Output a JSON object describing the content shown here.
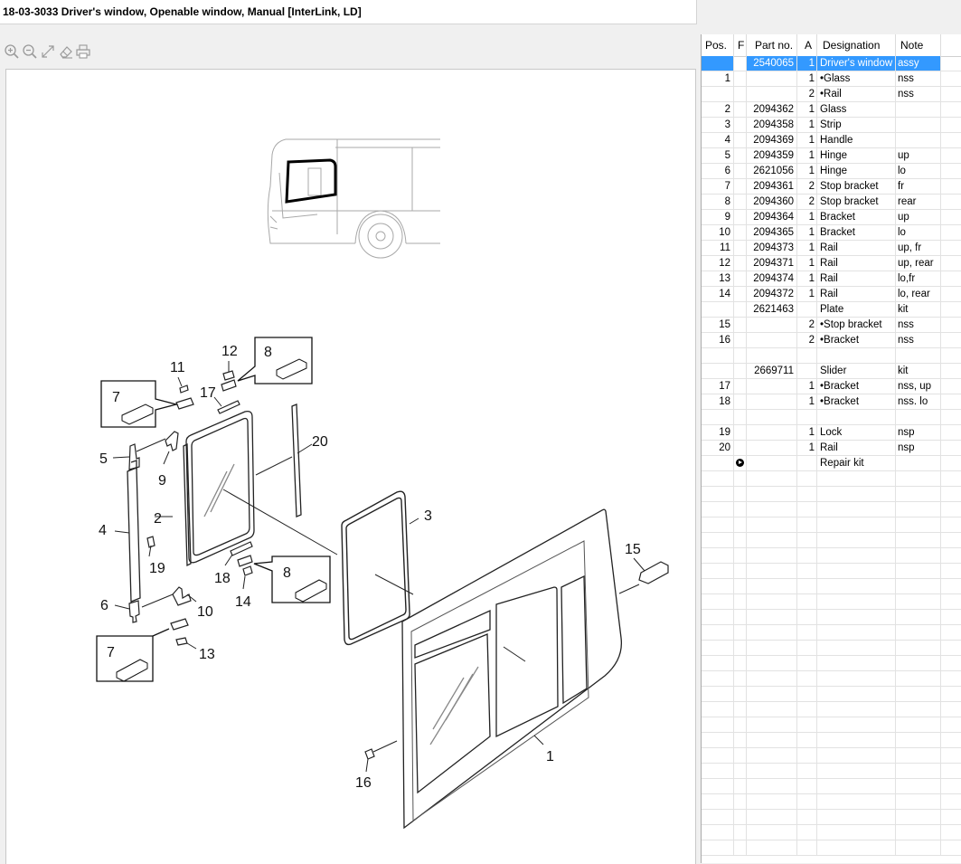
{
  "window": {
    "title": "18-03-3033 Driver's window, Openable window, Manual [InterLink, LD]"
  },
  "toolbar": {
    "tools": [
      {
        "name": "zoom-in",
        "icon": "zoom-in-icon"
      },
      {
        "name": "zoom-out",
        "icon": "zoom-out-icon"
      },
      {
        "name": "fit",
        "icon": "expand-icon"
      },
      {
        "name": "erase",
        "icon": "eraser-icon"
      },
      {
        "name": "print",
        "icon": "printer-icon"
      }
    ]
  },
  "drawing": {
    "callouts": [
      "1",
      "2",
      "3",
      "4",
      "5",
      "6",
      "7",
      "7",
      "8",
      "8",
      "9",
      "10",
      "11",
      "12",
      "13",
      "14",
      "15",
      "16",
      "17",
      "18",
      "19",
      "20"
    ]
  },
  "grid": {
    "columns": [
      "Pos.",
      "F",
      "Part no.",
      "A",
      "Designation",
      "Note"
    ],
    "rows": [
      {
        "pos": "",
        "part": "2540065",
        "qty": "1",
        "designation": "Driver's window",
        "note": "assy",
        "selected": true
      },
      {
        "pos": "1",
        "part": "",
        "qty": "1",
        "designation": "•Glass",
        "note": "nss"
      },
      {
        "pos": "",
        "part": "",
        "qty": "2",
        "designation": "•Rail",
        "note": "nss"
      },
      {
        "pos": "2",
        "part": "2094362",
        "qty": "1",
        "designation": "Glass",
        "note": ""
      },
      {
        "pos": "3",
        "part": "2094358",
        "qty": "1",
        "designation": "Strip",
        "note": ""
      },
      {
        "pos": "4",
        "part": "2094369",
        "qty": "1",
        "designation": "Handle",
        "note": ""
      },
      {
        "pos": "5",
        "part": "2094359",
        "qty": "1",
        "designation": "Hinge",
        "note": "up"
      },
      {
        "pos": "6",
        "part": "2621056",
        "qty": "1",
        "designation": "Hinge",
        "note": "lo"
      },
      {
        "pos": "7",
        "part": "2094361",
        "qty": "2",
        "designation": "Stop bracket",
        "note": "fr"
      },
      {
        "pos": "8",
        "part": "2094360",
        "qty": "2",
        "designation": "Stop bracket",
        "note": "rear"
      },
      {
        "pos": "9",
        "part": "2094364",
        "qty": "1",
        "designation": "Bracket",
        "note": "up"
      },
      {
        "pos": "10",
        "part": "2094365",
        "qty": "1",
        "designation": "Bracket",
        "note": "lo"
      },
      {
        "pos": "11",
        "part": "2094373",
        "qty": "1",
        "designation": "Rail",
        "note": "up, fr"
      },
      {
        "pos": "12",
        "part": "2094371",
        "qty": "1",
        "designation": "Rail",
        "note": "up, rear"
      },
      {
        "pos": "13",
        "part": "2094374",
        "qty": "1",
        "designation": "Rail",
        "note": "lo,fr"
      },
      {
        "pos": "14",
        "part": "2094372",
        "qty": "1",
        "designation": "Rail",
        "note": "lo, rear"
      },
      {
        "pos": "",
        "part": "2621463",
        "qty": "",
        "designation": "Plate",
        "note": "kit"
      },
      {
        "pos": "15",
        "part": "",
        "qty": "2",
        "designation": "•Stop bracket",
        "note": "nss"
      },
      {
        "pos": "16",
        "part": "",
        "qty": "2",
        "designation": "•Bracket",
        "note": "nss"
      },
      {
        "pos": "",
        "part": "",
        "qty": "",
        "designation": "",
        "note": ""
      },
      {
        "pos": "",
        "part": "2669711",
        "qty": "",
        "designation": "Slider",
        "note": "kit"
      },
      {
        "pos": "17",
        "part": "",
        "qty": "1",
        "designation": "•Bracket",
        "note": "nss, up"
      },
      {
        "pos": "18",
        "part": "",
        "qty": "1",
        "designation": "•Bracket",
        "note": "nss. lo"
      },
      {
        "pos": "",
        "part": "",
        "qty": "",
        "designation": "",
        "note": ""
      },
      {
        "pos": "19",
        "part": "",
        "qty": "1",
        "designation": "Lock",
        "note": "nsp"
      },
      {
        "pos": "20",
        "part": "",
        "qty": "1",
        "designation": "Rail",
        "note": "nsp"
      },
      {
        "pos": "",
        "part": "",
        "qty": "",
        "designation": "Repair kit",
        "note": "",
        "flag_icon": "arrow-right-circle-icon"
      }
    ]
  }
}
